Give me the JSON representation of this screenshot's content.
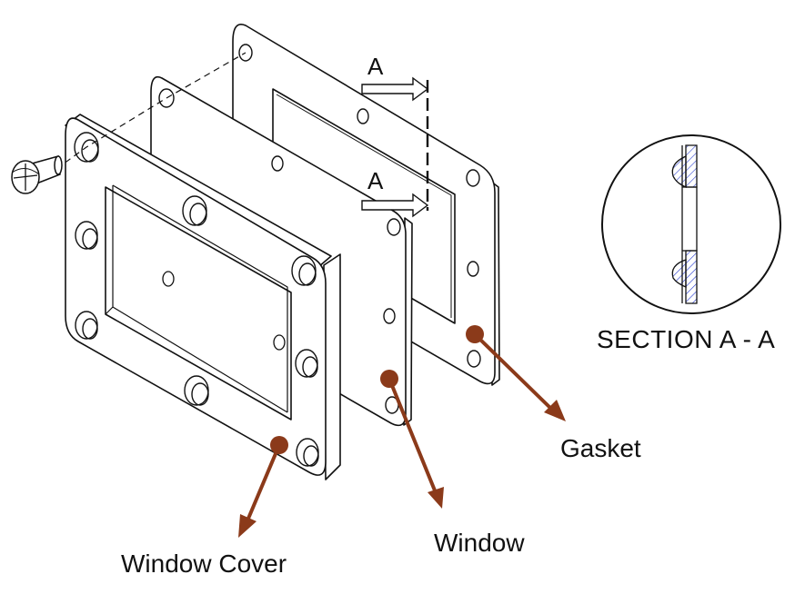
{
  "labels": {
    "window_cover": "Window Cover",
    "window": "Window",
    "gasket": "Gasket",
    "section": "SECTION A - A",
    "cut_top": "A",
    "cut_bottom": "A"
  },
  "colors": {
    "line": "#111111",
    "leader": "#8b3a1a",
    "hatch": "#2a3fd0",
    "background": "#ffffff"
  },
  "icons": {
    "fastener": "slotted-screw-icon",
    "cut_arrow": "section-arrow-icon"
  }
}
